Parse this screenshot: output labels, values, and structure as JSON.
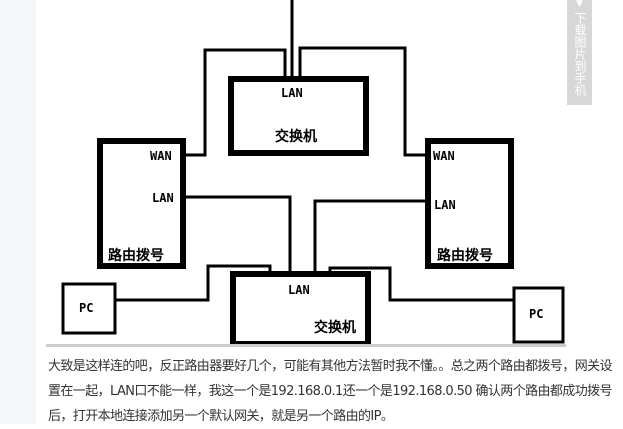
{
  "diagram": {
    "top_switch": {
      "port": "LAN",
      "name": "交换机"
    },
    "left_router": {
      "wan": "WAN",
      "lan": "LAN",
      "name": "路由拨号"
    },
    "right_router": {
      "wan": "WAN",
      "lan": "LAN",
      "name": "路由拨号"
    },
    "bottom_switch": {
      "port": "LAN",
      "name": "交换机"
    },
    "pc_left": "PC",
    "pc_right": "PC"
  },
  "paragraph": "大致是这样连的吧，反正路由器要好几个，可能有其他方法暂时我不懂。。总之两个路由都拨号，网关设置在一起，LAN口不能一样，我这一个是192.168.0.1还一个是192.168.0.50 确认两个路由都成功拨号后，打开本地连接添加另一个默认网关，就是另一个路由的IP。",
  "download_tab": {
    "icon": "download-icon",
    "label": "下载图片到手机"
  }
}
